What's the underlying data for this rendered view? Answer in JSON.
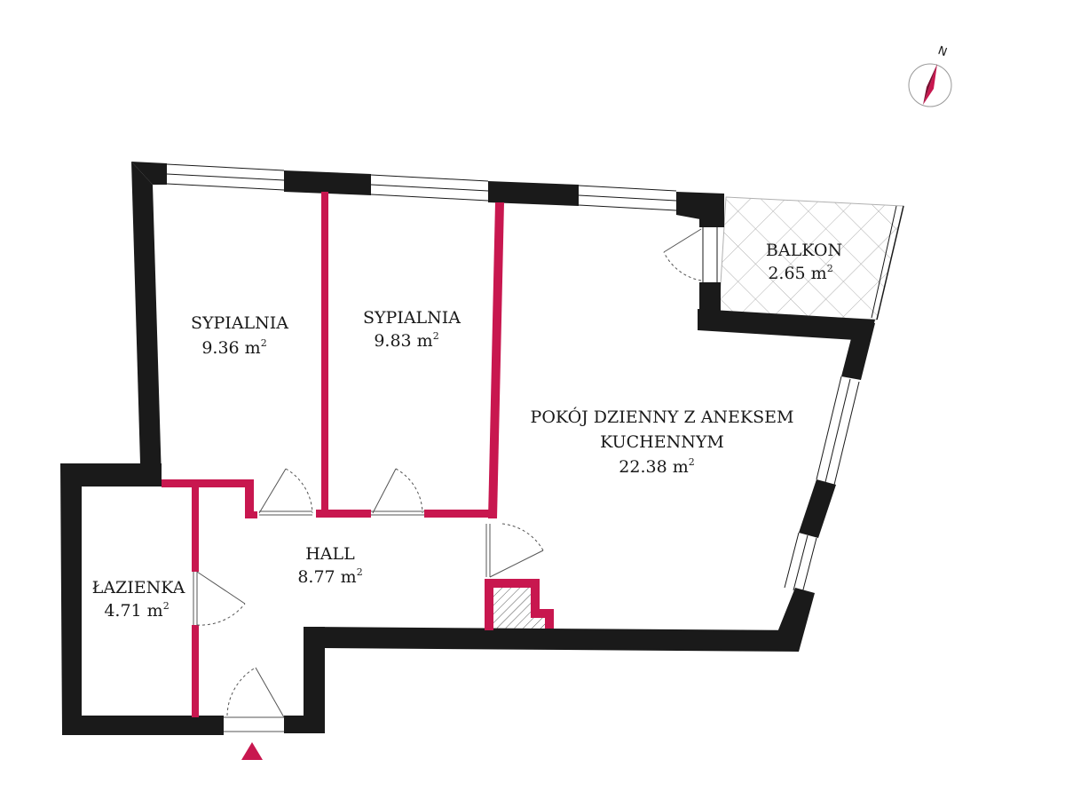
{
  "compass": {
    "north_letter": "N"
  },
  "rooms": {
    "sypialnia_1": {
      "name": "SYPIALNIA",
      "area": "9.36 m",
      "unit_sup": "2"
    },
    "sypialnia_2": {
      "name": "SYPIALNIA",
      "area": "9.83 m",
      "unit_sup": "2"
    },
    "balkon": {
      "name": "BALKON",
      "area": "2.65 m",
      "unit_sup": "2"
    },
    "pokoj": {
      "name_line1": "POKÓJ DZIENNY Z ANEKSEM",
      "name_line2": "KUCHENNYM",
      "area": "22.38 m",
      "unit_sup": "2"
    },
    "hall": {
      "name": "HALL",
      "area": "8.77 m",
      "unit_sup": "2"
    },
    "lazienka": {
      "name": "ŁAZIENKA",
      "area": "4.71 m",
      "unit_sup": "2"
    }
  },
  "colors": {
    "outer_wall": "#1a1a1a",
    "inner_wall": "#c8174f",
    "entrance_marker": "#c8174f",
    "compass_needle": "#c8174f",
    "balcony_hatch": "#b0b0b0"
  }
}
